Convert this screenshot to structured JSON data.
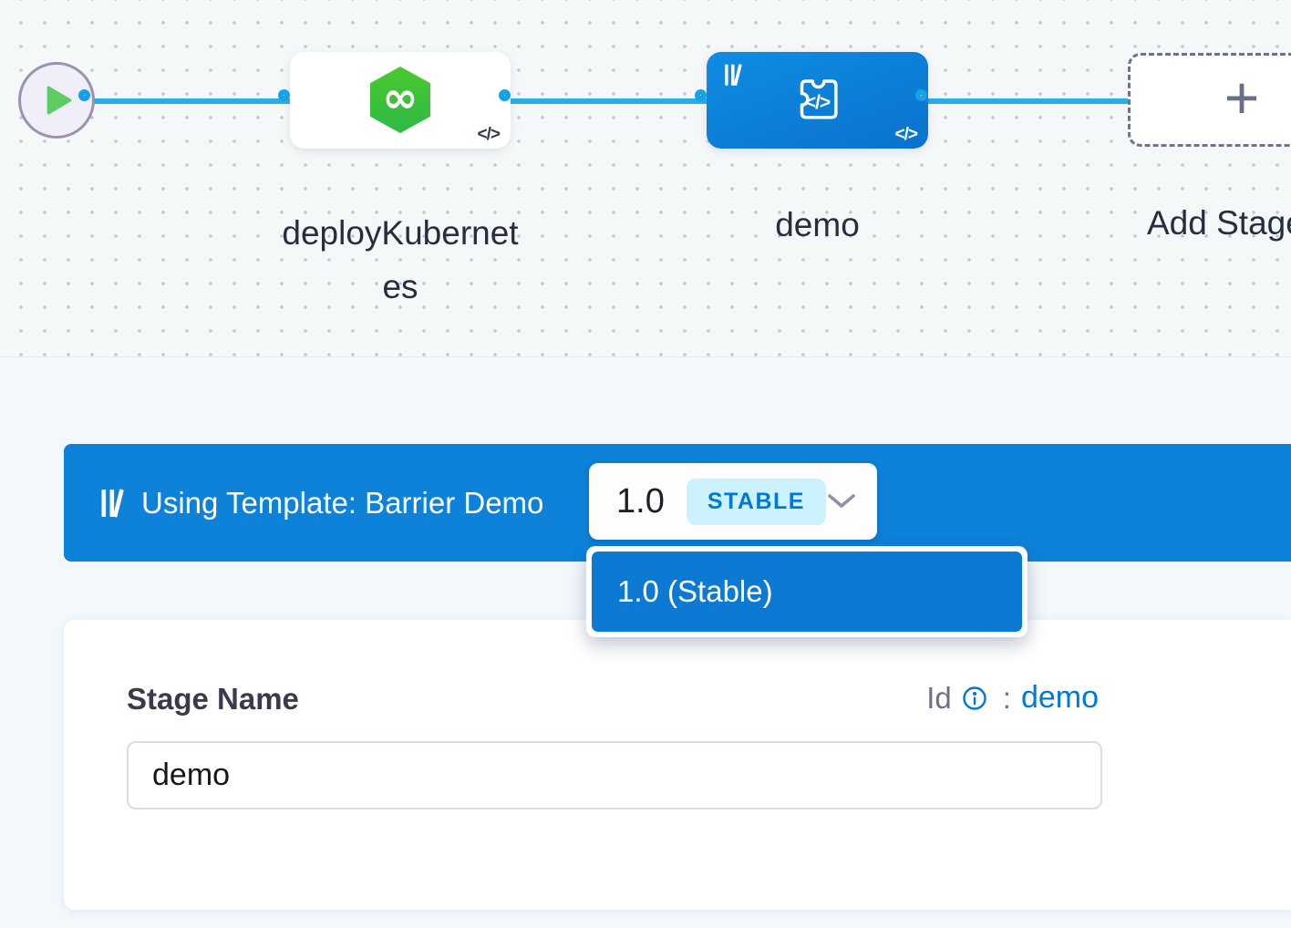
{
  "colors": {
    "primary_blue": "#0d82d8",
    "connector_blue": "#29ade9",
    "success_green": "#3fc42e",
    "badge_bg": "#cbf2fe",
    "badge_text": "#0278d5",
    "id_value_blue": "#0278d5"
  },
  "canvas": {
    "stages": {
      "stage1_label": "deployKubernetes",
      "stage2_label": "demo",
      "add_stage_label": "Add Stage"
    }
  },
  "icons": {
    "code_glyph": "</>",
    "infinity_glyph": "∞",
    "plus_glyph": "+"
  },
  "template_bar": {
    "label": "Using Template: Barrier Demo",
    "version": "1.0",
    "badge": "STABLE"
  },
  "version_dropdown": {
    "selected_option": "1.0 (Stable)"
  },
  "stage_form": {
    "name_label": "Stage Name",
    "id_label": "Id",
    "id_separator": ":",
    "id_value": "demo",
    "name_value": "demo"
  }
}
